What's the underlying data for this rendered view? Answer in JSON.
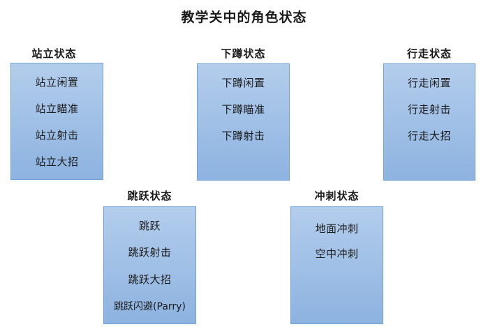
{
  "title": "教学关中的角色状态",
  "groups": {
    "standing": {
      "label": "站立状态",
      "items": [
        "站立闲置",
        "站立瞄准",
        "站立射击",
        "站立大招"
      ]
    },
    "crouching": {
      "label": "下蹲状态",
      "items": [
        "下蹲闲置",
        "下蹲瞄准",
        "下蹲射击"
      ]
    },
    "walking": {
      "label": "行走状态",
      "items": [
        "行走闲置",
        "行走射击",
        "行走大招"
      ]
    },
    "jumping": {
      "label": "跳跃状态",
      "items": [
        "跳跃",
        "跳跃射击",
        "跳跃大招",
        "跳跃闪避(Parry)"
      ]
    },
    "dashing": {
      "label": "冲刺状态",
      "items": [
        "地面冲刺",
        "空中冲刺"
      ]
    }
  },
  "colors": {
    "box_border": "#6f9fd3",
    "box_fill_top": "#b3cdec",
    "box_fill_bottom": "#8db3e0"
  }
}
